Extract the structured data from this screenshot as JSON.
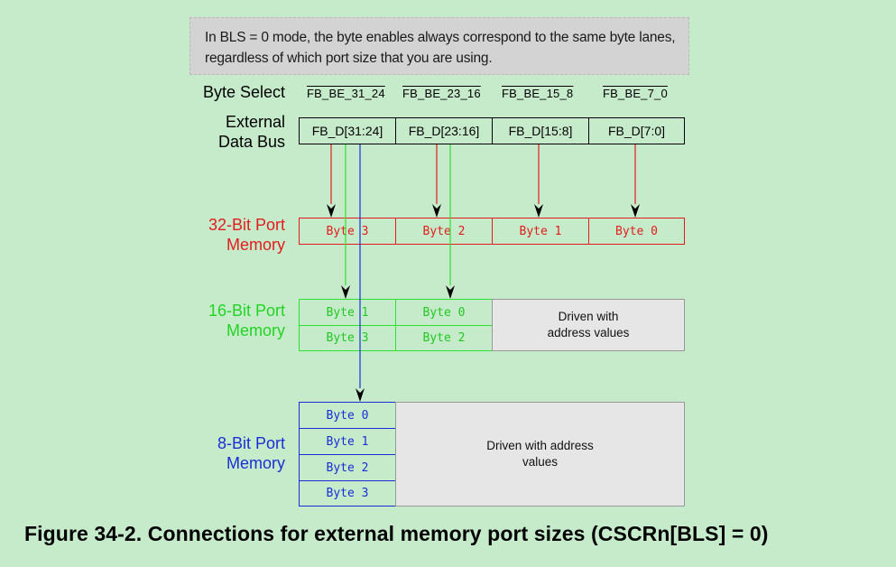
{
  "note": "In BLS = 0 mode, the byte enables always correspond to the same byte lanes, regardless of which port size that you are using.",
  "labels": {
    "byte_select": "Byte Select",
    "external_bus_1": "External",
    "external_bus_2": "Data Bus",
    "port32_1": "32-Bit Port",
    "port32_2": "Memory",
    "port16_1": "16-Bit Port",
    "port16_2": "Memory",
    "port8_1": "8-Bit Port",
    "port8_2": "Memory"
  },
  "byte_selects": [
    "FB_BE_31_24",
    "FB_BE_23_16",
    "FB_BE_15_8",
    "FB_BE_7_0"
  ],
  "data_bus": [
    "FB_D[31:24]",
    "FB_D[23:16]",
    "FB_D[15:8]",
    "FB_D[7:0]"
  ],
  "port32": [
    "Byte 3",
    "Byte 2",
    "Byte 1",
    "Byte 0"
  ],
  "port16": {
    "row1": [
      "Byte 1",
      "Byte 0"
    ],
    "row2": [
      "Byte 3",
      "Byte 2"
    ],
    "driven": "Driven with address values"
  },
  "port8": {
    "rows": [
      "Byte 0",
      "Byte 1",
      "Byte 2",
      "Byte 3"
    ],
    "driven": "Driven with address values"
  },
  "colors": {
    "red": "#e21d1d",
    "green": "#30e030",
    "blue": "#1a2ed6",
    "background": "#c6ebcb"
  },
  "caption": "Figure 34-2. Connections for external memory port sizes (CSCRn[BLS] = 0)"
}
